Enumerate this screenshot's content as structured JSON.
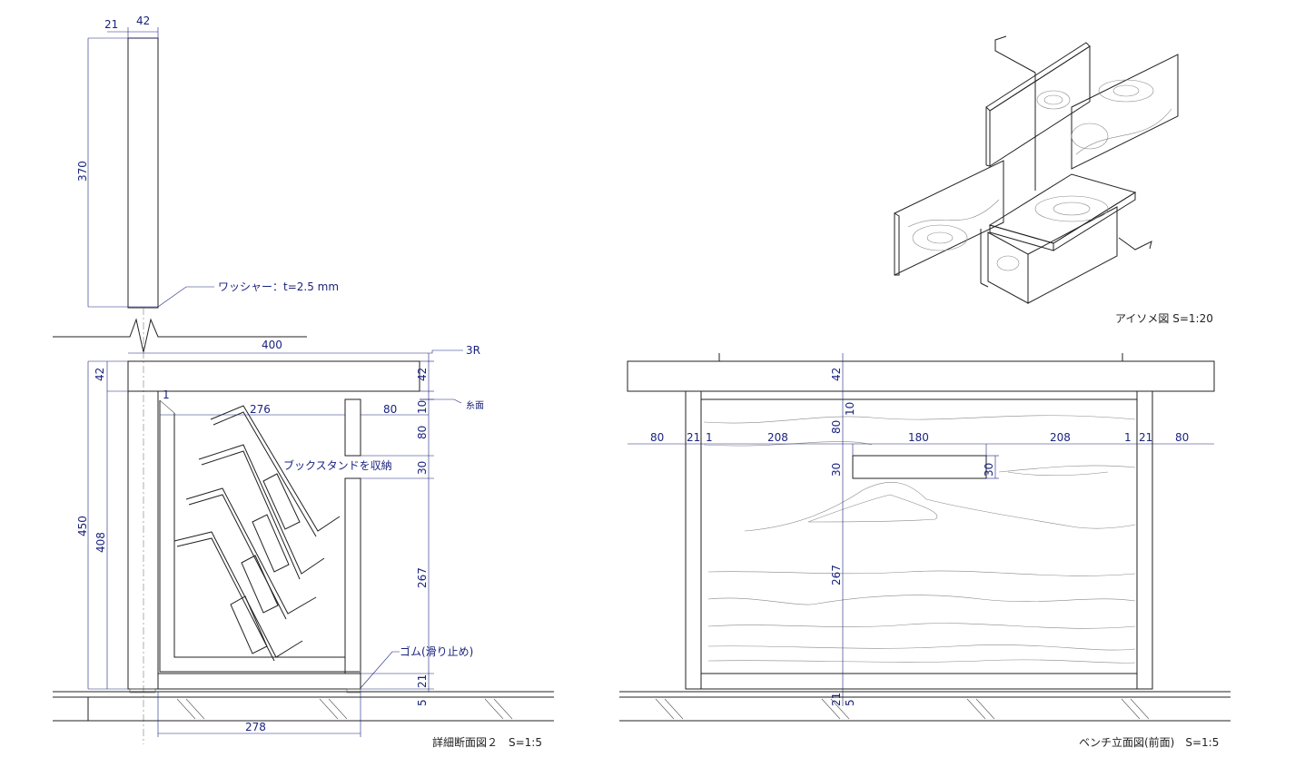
{
  "section_view": {
    "caption": "詳細断面図２　S=1:5",
    "dims": {
      "plate_offset": "21",
      "plate_thickness": "42",
      "backrest_height": "370",
      "seat_depth": "400",
      "top_thickness_left": "42",
      "top_thickness_right": "42",
      "gap": "1",
      "total_height": "450",
      "inner_height": "408",
      "opening_width": "276",
      "front_width": "80",
      "gap_10": "10",
      "front_80": "80",
      "slot_30": "30",
      "lower_267": "267",
      "bottom_21": "21",
      "foot_5": "5",
      "bottom_width": "278"
    },
    "notes": {
      "washer": "ワッシャー：t=2.5 mm",
      "radius": "3R",
      "edge": "糸面",
      "bookstand": "ブックスタンドを収納",
      "rubber": "ゴム(滑り止め)"
    }
  },
  "iso_view": {
    "caption": "アイソメ図 S=1:20"
  },
  "elevation_view": {
    "caption": "ベンチ立面図(前面)　S=1:5",
    "dims": {
      "top": "42",
      "side_left": "80",
      "board_left": "21",
      "gap_left": "1",
      "span_left": "208",
      "slot": "180",
      "span_right": "208",
      "gap_right": "1",
      "board_right": "21",
      "side_right": "80",
      "v10": "10",
      "v80": "80",
      "v30_left": "30",
      "v30_right": "30",
      "v267": "267",
      "v21": "21",
      "v5": "5"
    }
  },
  "colors": {
    "dimension": "#1a237e",
    "line": "#222222",
    "grain": "#888888"
  }
}
